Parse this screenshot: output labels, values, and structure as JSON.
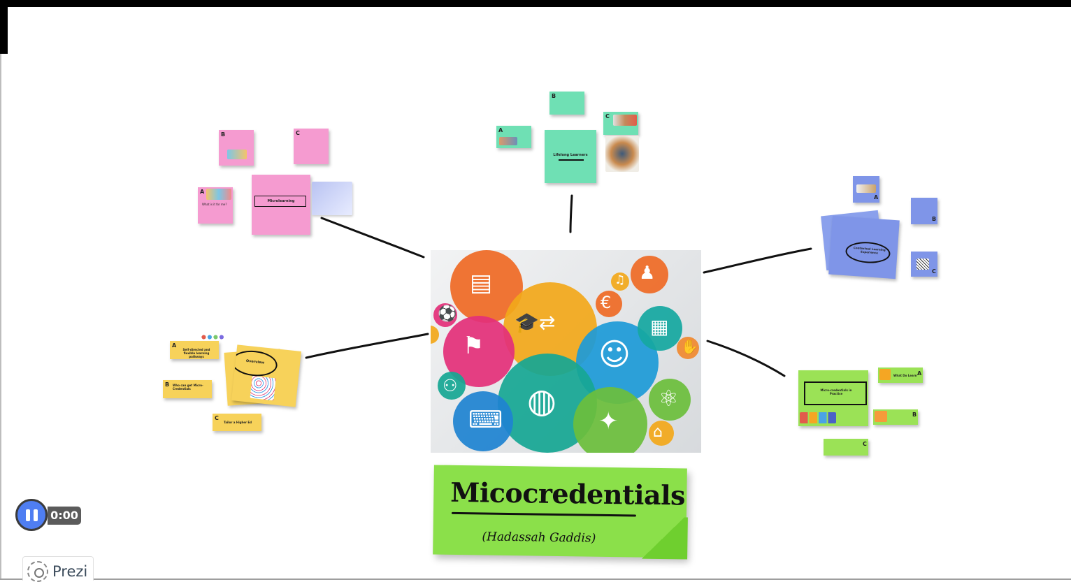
{
  "title": {
    "main": "Micocredentials",
    "author": "(Hadassah Gaddis)"
  },
  "player": {
    "time": "0:00"
  },
  "branding": {
    "name": "Prezi"
  },
  "colors": {
    "pink": "#f59bd0",
    "teal": "#6fe0b4",
    "blue": "#7f95e8",
    "yellow": "#f7d25a",
    "green": "#9be256",
    "accent": "#4f7ef2"
  },
  "topics": {
    "microlearning": {
      "label": "Microlearning",
      "note_a_tag": "A",
      "note_a_text": "What is it for me?",
      "note_b_tag": "B",
      "note_c_tag": "C"
    },
    "lifelong": {
      "label": "Lifelong Learners",
      "note_a_tag": "A",
      "note_b_tag": "B",
      "note_c_tag": "C"
    },
    "contextual": {
      "label": "Contextual Learning Experience",
      "note_a_tag": "A",
      "note_b_tag": "B",
      "note_c_tag": "C"
    },
    "overview": {
      "label": "Overview",
      "note_a_tag": "A",
      "note_a_text": "Self-directed and flexible learning pathways",
      "note_b_tag": "B",
      "note_b_text": "Who can get Micro-Credentials",
      "note_c_tag": "C",
      "note_c_text": "Tailor a Higher Ed"
    },
    "practice": {
      "label": "Micro-credentials in Practice",
      "note_a_tag": "A",
      "note_a_text": "What Do Learn",
      "note_b_tag": "B",
      "note_c_tag": "C"
    }
  },
  "hub_icons": [
    "certificate-icon",
    "education-exchange-icon",
    "teacher-icon",
    "reader-icon",
    "globe-icon",
    "laptop-icon",
    "lightbulb-icon",
    "atom-icon",
    "calculator-icon",
    "euro-icon",
    "music-icon",
    "family-icon",
    "bank-icon",
    "handshake-icon",
    "network-icon",
    "sport-icon"
  ]
}
